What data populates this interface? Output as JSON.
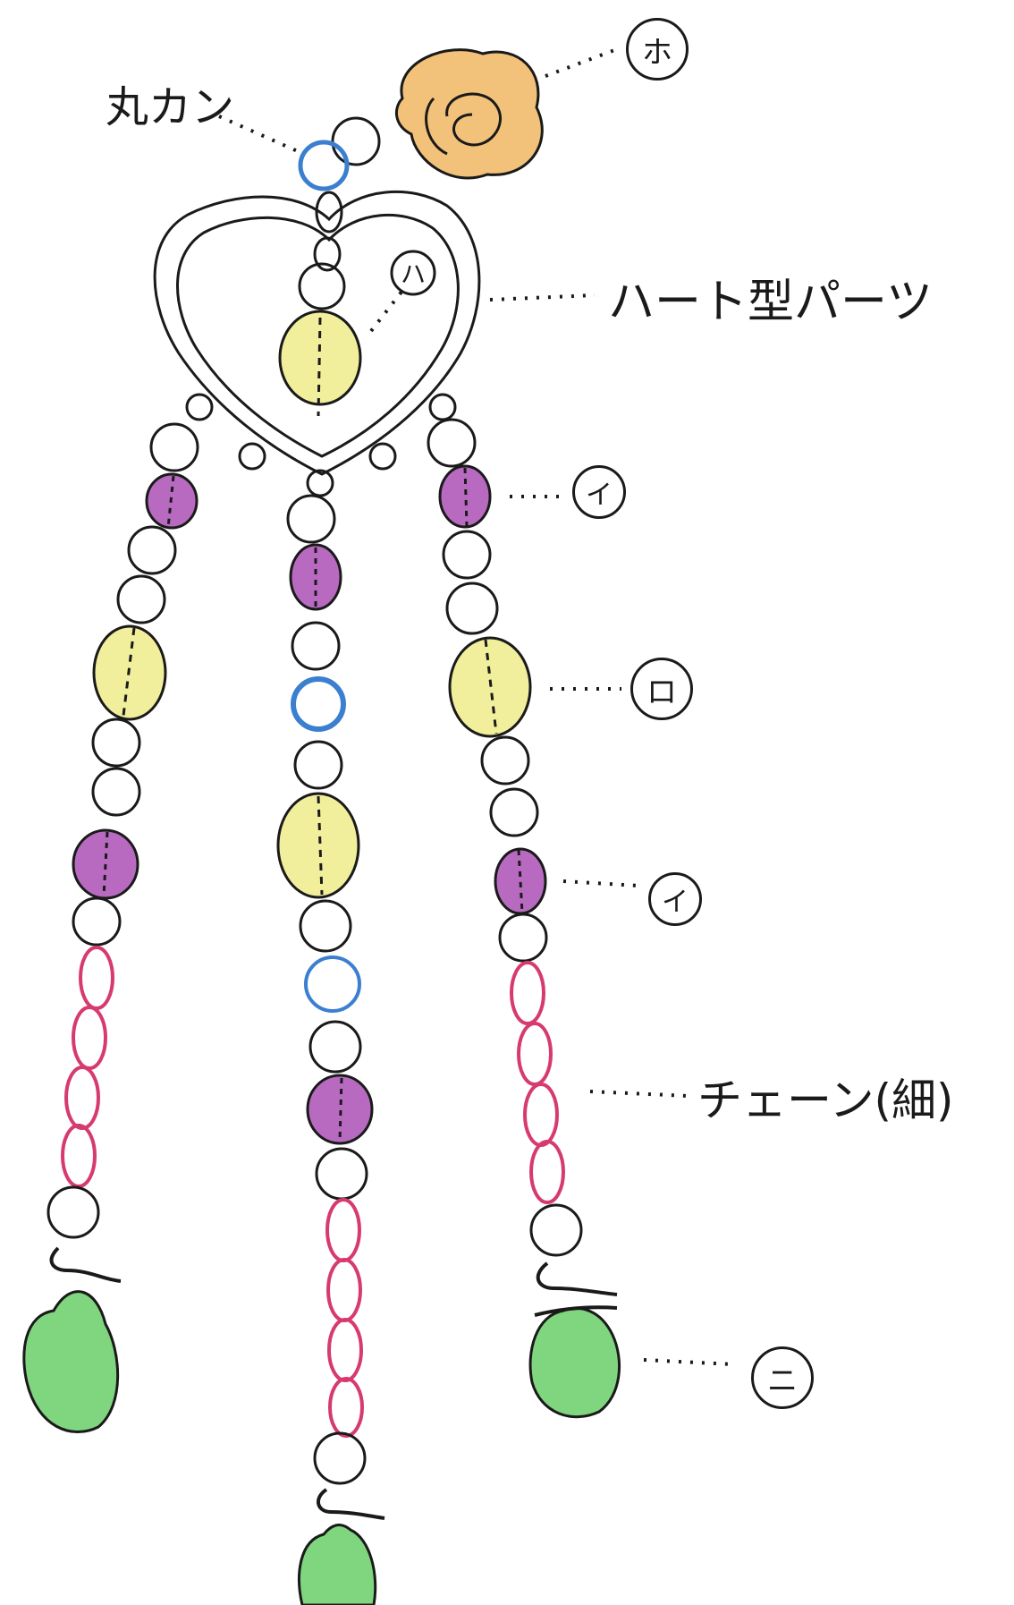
{
  "labels": {
    "jump_ring": "丸カン",
    "heart_part": "ハート型パーツ",
    "chain": "チェーン(細)"
  },
  "markers": {
    "i_top": "イ",
    "ro": "ロ",
    "i_bottom": "イ",
    "ni": "ニ",
    "ho": "ホ",
    "ha": "ハ"
  },
  "colors": {
    "line": "#1a1a1a",
    "purple_bead": "#b86ac0",
    "yellow_bead": "#f2ef9c",
    "blue_ring": "#3b7fd0",
    "chain_link": "#d63a6f",
    "green_drop": "#7fd67f",
    "rose": "#f2c27a"
  }
}
